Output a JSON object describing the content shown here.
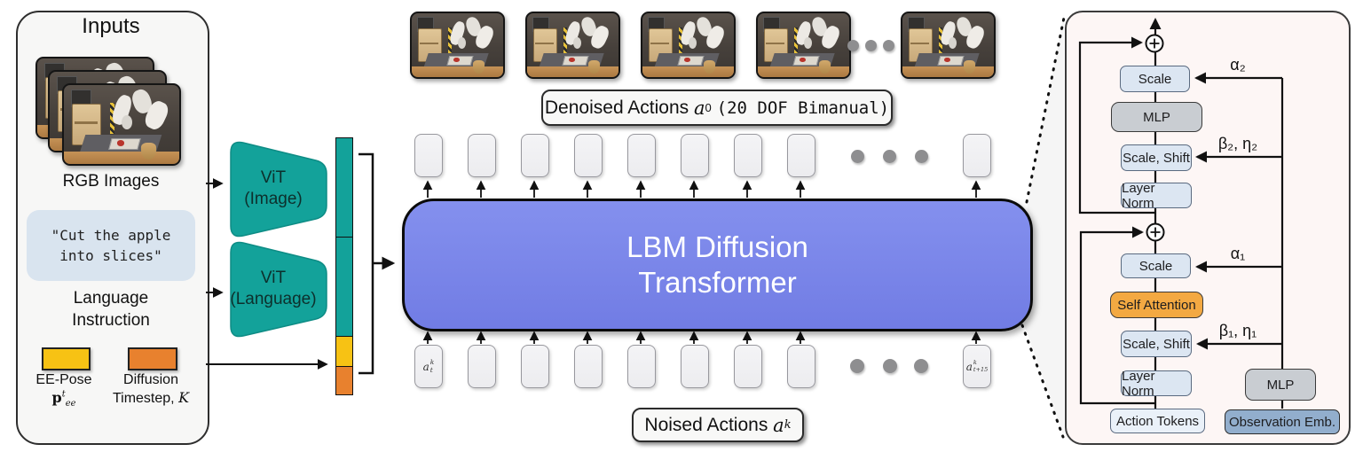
{
  "inputs_panel": {
    "title": "Inputs",
    "rgb_images_label": "RGB Images",
    "instruction_line1": "\"Cut the apple",
    "instruction_line2": "into slices\"",
    "language_label_line1": "Language",
    "language_label_line2": "Instruction",
    "ee_pose": {
      "label": "EE-Pose",
      "math_base": "p",
      "math_sup": "t",
      "math_sub": "ee"
    },
    "diffusion": {
      "label_line1": "Diffusion",
      "label_line2_prefix": "Timestep, ",
      "math": "K"
    }
  },
  "encoders": {
    "vit_image_line1": "ViT",
    "vit_image_line2": "(Image)",
    "vit_language_line1": "ViT",
    "vit_language_line2": "(Language)"
  },
  "transformer": {
    "line1": "LBM Diffusion",
    "line2": "Transformer"
  },
  "outputs": {
    "denoised_prefix": "Denoised Actions",
    "denoised_math_base": "a",
    "denoised_math_sup": "0",
    "denoised_mono": "(20 DOF Bimanual)",
    "noised_prefix": "Noised Actions",
    "noised_math_base": "a",
    "noised_math_sup": "k"
  },
  "tokens": {
    "top_count": 9,
    "bottom_count": 9,
    "first_label": {
      "base": "a",
      "sup": "k",
      "sub": "t"
    },
    "last_label": {
      "base": "a",
      "sup": "k",
      "sub": "t+15"
    }
  },
  "detail_panel": {
    "blocks": {
      "scale_top": "Scale",
      "mlp_top": "MLP",
      "scale_shift_top": "Scale, Shift",
      "layer_norm_top": "Layer Norm",
      "scale_bottom": "Scale",
      "self_attention": "Self Attention",
      "scale_shift_bottom": "Scale, Shift",
      "layer_norm_bottom": "Layer Norm",
      "action_tokens": "Action Tokens",
      "mlp_right": "MLP",
      "observation_emb": "Observation Emb."
    },
    "greek": {
      "alpha2": "α₂",
      "beta_eta2": "β₂, η₂",
      "alpha1": "α₁",
      "beta_eta1": "β₁, η₁"
    }
  },
  "colors": {
    "teal": "#13a29a",
    "yellow": "#f7c214",
    "orange": "#e8812e",
    "transformer_blue": "#7b86e9",
    "detail_panel_bg": "#fdf6f5",
    "light_blue_block": "#dce6f2",
    "gray_block": "#c9cdd2",
    "attention_orange": "#f3a942",
    "observation_blue": "#92aecd",
    "instruction_bg": "#d9e4ef",
    "dot_gray": "#8e8e90"
  }
}
